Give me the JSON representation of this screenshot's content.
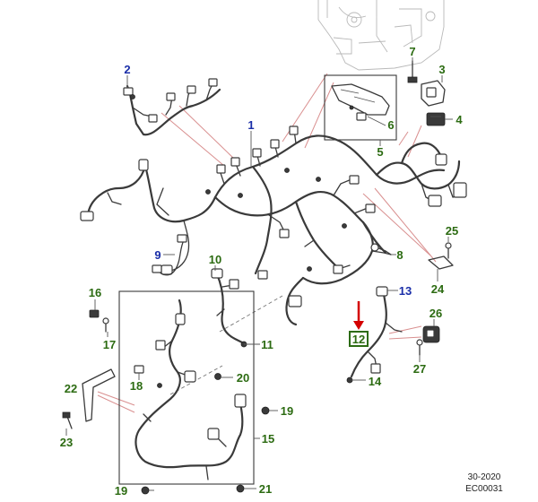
{
  "colors": {
    "blue_label": "#1a2ea8",
    "green_label": "#2c6b12",
    "arrow": "#d40000",
    "highlight_box": "#2c6b12",
    "leader_red": "#d98f8f"
  },
  "callouts": [
    {
      "id": "1",
      "color": "blue"
    },
    {
      "id": "2",
      "color": "blue"
    },
    {
      "id": "3",
      "color": "green"
    },
    {
      "id": "4",
      "color": "green"
    },
    {
      "id": "5",
      "color": "green"
    },
    {
      "id": "6",
      "color": "green"
    },
    {
      "id": "7",
      "color": "green"
    },
    {
      "id": "8",
      "color": "green"
    },
    {
      "id": "9",
      "color": "blue"
    },
    {
      "id": "10",
      "color": "green"
    },
    {
      "id": "11",
      "color": "green"
    },
    {
      "id": "12",
      "color": "green",
      "highlighted": true
    },
    {
      "id": "13",
      "color": "blue"
    },
    {
      "id": "14",
      "color": "green"
    },
    {
      "id": "15",
      "color": "green"
    },
    {
      "id": "16",
      "color": "green"
    },
    {
      "id": "17",
      "color": "green"
    },
    {
      "id": "18",
      "color": "green"
    },
    {
      "id": "19a",
      "text": "19",
      "color": "green"
    },
    {
      "id": "19b",
      "text": "19",
      "color": "green"
    },
    {
      "id": "20",
      "color": "green"
    },
    {
      "id": "21",
      "color": "green"
    },
    {
      "id": "22",
      "color": "green"
    },
    {
      "id": "23",
      "color": "green"
    },
    {
      "id": "24",
      "color": "green"
    },
    {
      "id": "25",
      "color": "green"
    },
    {
      "id": "26",
      "color": "green"
    },
    {
      "id": "27",
      "color": "green"
    }
  ],
  "footer": {
    "line1": "30-2020",
    "line2": "EC00031"
  }
}
